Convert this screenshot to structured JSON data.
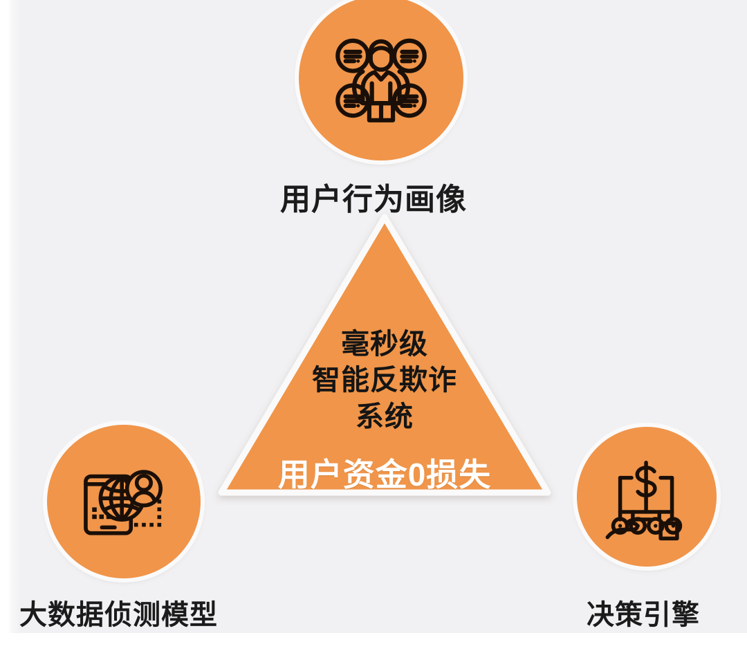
{
  "background": {
    "page_color": "#f1f0f2",
    "accent_color": "#f0954a",
    "dark_ink": "#1b1b1b",
    "highlight_text_color": "#ffffff"
  },
  "center": {
    "shape": "triangle",
    "lines": [
      "毫秒级",
      "智能反欺诈",
      "系统"
    ],
    "highlight": "用户资金0损失"
  },
  "nodes": [
    {
      "id": "user-behavior-profile",
      "position": "top",
      "label": "用户行为画像",
      "icon": "user-group-profile-icon"
    },
    {
      "id": "big-data-detection-model",
      "position": "bottom-left",
      "label": "大数据侦测模型",
      "icon": "mobile-globe-user-icon"
    },
    {
      "id": "decision-engine",
      "position": "bottom-right",
      "label": "决策引擎",
      "icon": "dollar-decision-tree-hand-icon"
    }
  ]
}
